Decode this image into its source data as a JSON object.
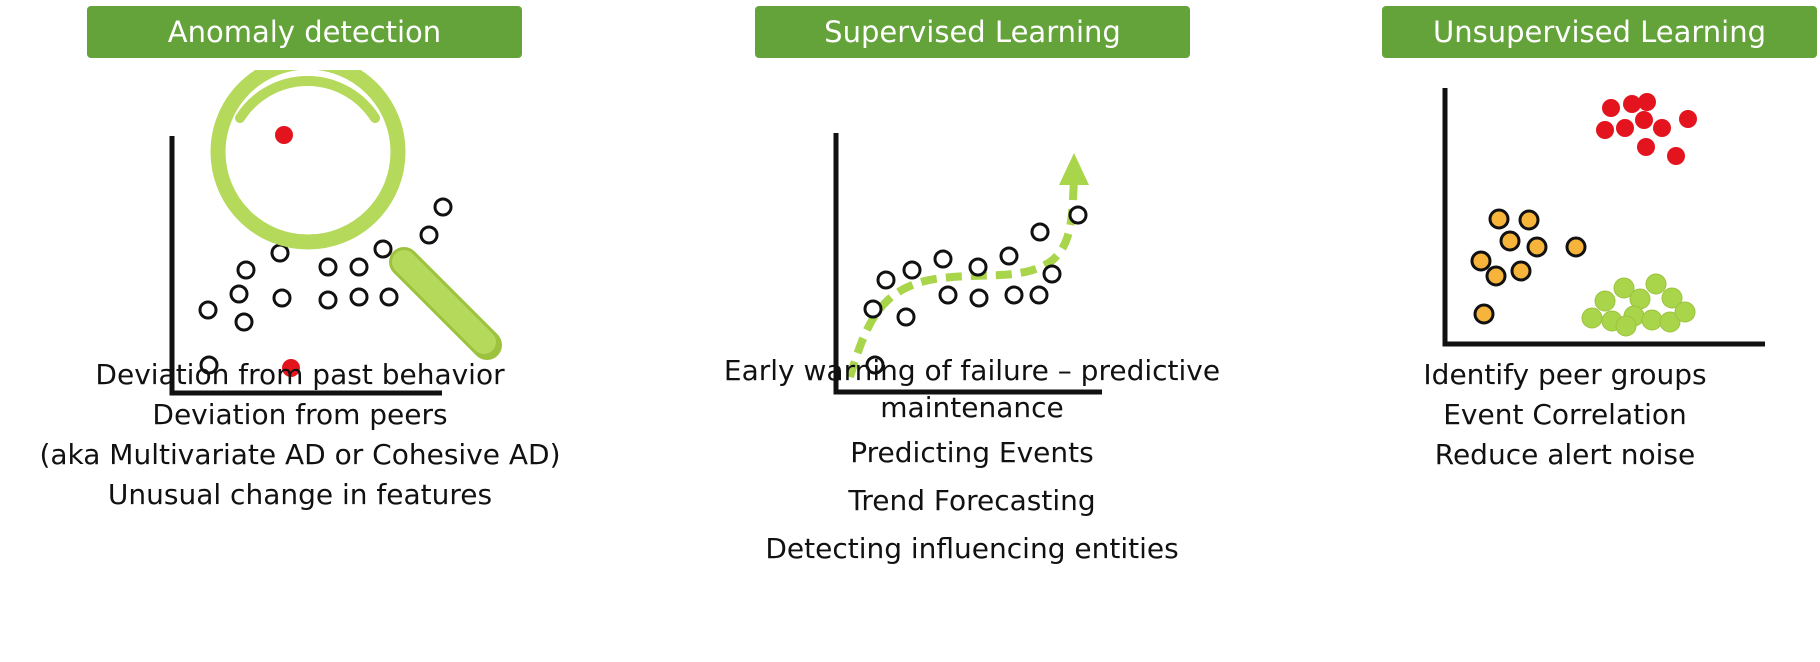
{
  "panels": [
    {
      "title": "Anomaly detection",
      "lines": [
        "Deviation from past behavior",
        "Deviation from peers",
        "(aka Multivariate AD or Cohesive AD)",
        "Unusual change in features"
      ]
    },
    {
      "title": "Supervised Learning",
      "lines": [
        "Early warning of failure – predictive",
        "maintenance",
        "Predicting Events",
        "Trend Forecasting",
        "Detecting influencing entities"
      ]
    },
    {
      "title": "Unsupervised Learning",
      "lines": [
        "Identify peer groups",
        "Event Correlation",
        "Reduce alert noise"
      ]
    }
  ],
  "colors": {
    "header_bg": "#63a33a",
    "header_text": "#ffffff",
    "magnifier": "#b5d95a",
    "anomaly_red": "#e3141d",
    "cluster_orange": "#f7b43a",
    "cluster_green": "#a9d54b",
    "cluster_red": "#e3141d",
    "trend_arrow": "#a9d54b"
  },
  "icons": [
    "magnifying-glass-icon",
    "trend-arrow-icon"
  ]
}
